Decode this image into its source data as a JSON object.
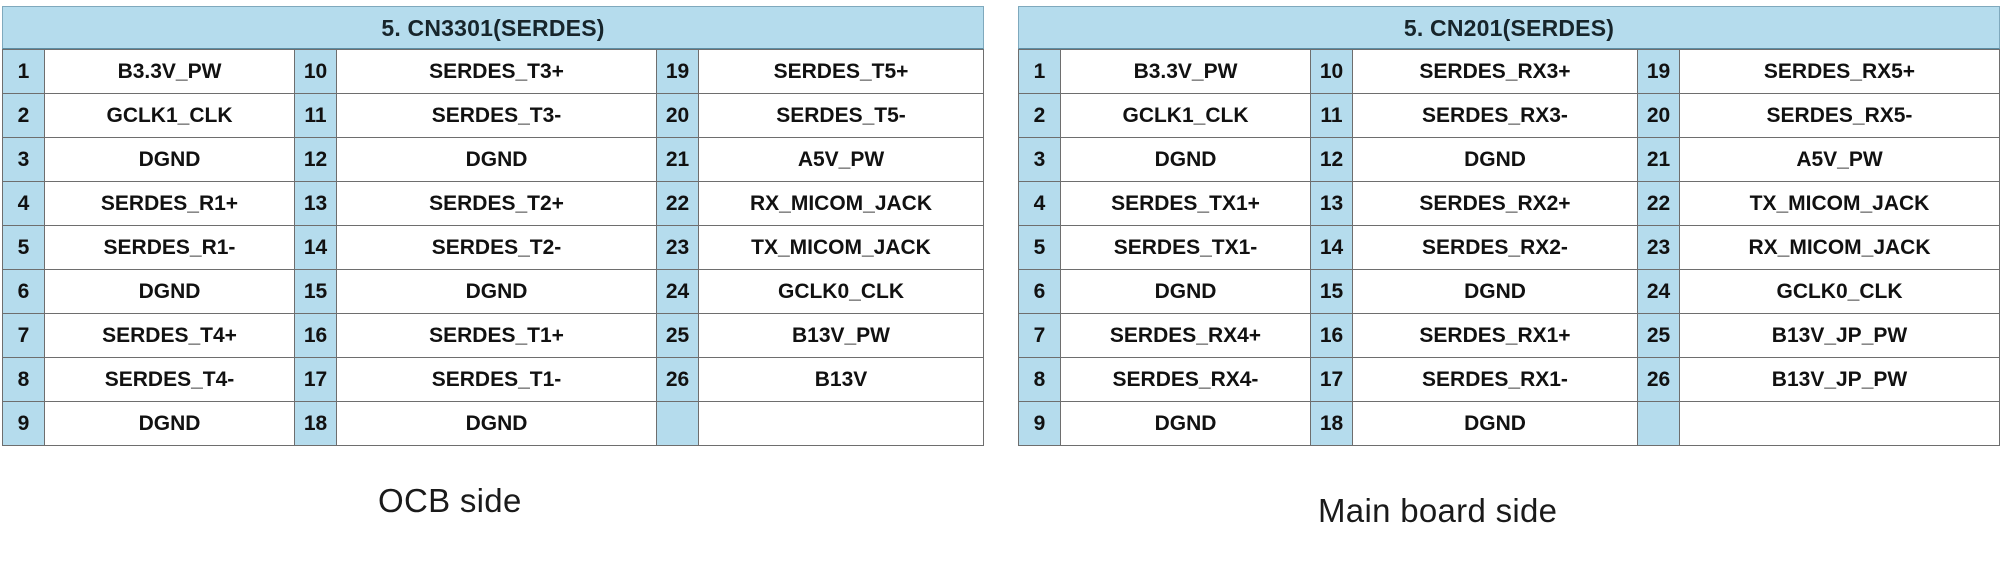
{
  "document": {
    "type": "connector-pinout-tables",
    "colors": {
      "header_fill": "#b5dced",
      "pin_cell_fill": "#b5dced",
      "value_cell_fill": "#ffffff",
      "grid_line": "#6e6e6e",
      "text": "#111111"
    }
  },
  "tables": [
    {
      "id": "cn3301",
      "title": "5. CN3301(SERDES)",
      "caption": "OCB side",
      "rows": [
        {
          "pin_a": "1",
          "val_a": "B3.3V_PW",
          "pin_b": "10",
          "val_b": "SERDES_T3+",
          "pin_c": "19",
          "val_c": "SERDES_T5+"
        },
        {
          "pin_a": "2",
          "val_a": "GCLK1_CLK",
          "pin_b": "11",
          "val_b": "SERDES_T3-",
          "pin_c": "20",
          "val_c": "SERDES_T5-"
        },
        {
          "pin_a": "3",
          "val_a": "DGND",
          "pin_b": "12",
          "val_b": "DGND",
          "pin_c": "21",
          "val_c": "A5V_PW"
        },
        {
          "pin_a": "4",
          "val_a": "SERDES_R1+",
          "pin_b": "13",
          "val_b": "SERDES_T2+",
          "pin_c": "22",
          "val_c": "RX_MICOM_JACK"
        },
        {
          "pin_a": "5",
          "val_a": "SERDES_R1-",
          "pin_b": "14",
          "val_b": "SERDES_T2-",
          "pin_c": "23",
          "val_c": "TX_MICOM_JACK"
        },
        {
          "pin_a": "6",
          "val_a": "DGND",
          "pin_b": "15",
          "val_b": "DGND",
          "pin_c": "24",
          "val_c": "GCLK0_CLK"
        },
        {
          "pin_a": "7",
          "val_a": "SERDES_T4+",
          "pin_b": "16",
          "val_b": "SERDES_T1+",
          "pin_c": "25",
          "val_c": "B13V_PW"
        },
        {
          "pin_a": "8",
          "val_a": "SERDES_T4-",
          "pin_b": "17",
          "val_b": "SERDES_T1-",
          "pin_c": "26",
          "val_c": "B13V"
        },
        {
          "pin_a": "9",
          "val_a": "DGND",
          "pin_b": "18",
          "val_b": "DGND",
          "pin_c": "",
          "val_c": ""
        }
      ]
    },
    {
      "id": "cn201",
      "title": "5. CN201(SERDES)",
      "caption": "Main board side",
      "rows": [
        {
          "pin_a": "1",
          "val_a": "B3.3V_PW",
          "pin_b": "10",
          "val_b": "SERDES_RX3+",
          "pin_c": "19",
          "val_c": "SERDES_RX5+"
        },
        {
          "pin_a": "2",
          "val_a": "GCLK1_CLK",
          "pin_b": "11",
          "val_b": "SERDES_RX3-",
          "pin_c": "20",
          "val_c": "SERDES_RX5-"
        },
        {
          "pin_a": "3",
          "val_a": "DGND",
          "pin_b": "12",
          "val_b": "DGND",
          "pin_c": "21",
          "val_c": "A5V_PW"
        },
        {
          "pin_a": "4",
          "val_a": "SERDES_TX1+",
          "pin_b": "13",
          "val_b": "SERDES_RX2+",
          "pin_c": "22",
          "val_c": "TX_MICOM_JACK"
        },
        {
          "pin_a": "5",
          "val_a": "SERDES_TX1-",
          "pin_b": "14",
          "val_b": "SERDES_RX2-",
          "pin_c": "23",
          "val_c": "RX_MICOM_JACK"
        },
        {
          "pin_a": "6",
          "val_a": "DGND",
          "pin_b": "15",
          "val_b": "DGND",
          "pin_c": "24",
          "val_c": "GCLK0_CLK"
        },
        {
          "pin_a": "7",
          "val_a": "SERDES_RX4+",
          "pin_b": "16",
          "val_b": "SERDES_RX1+",
          "pin_c": "25",
          "val_c": "B13V_JP_PW"
        },
        {
          "pin_a": "8",
          "val_a": "SERDES_RX4-",
          "pin_b": "17",
          "val_b": "SERDES_RX1-",
          "pin_c": "26",
          "val_c": "B13V_JP_PW"
        },
        {
          "pin_a": "9",
          "val_a": "DGND",
          "pin_b": "18",
          "val_b": "DGND",
          "pin_c": "",
          "val_c": ""
        }
      ]
    }
  ]
}
